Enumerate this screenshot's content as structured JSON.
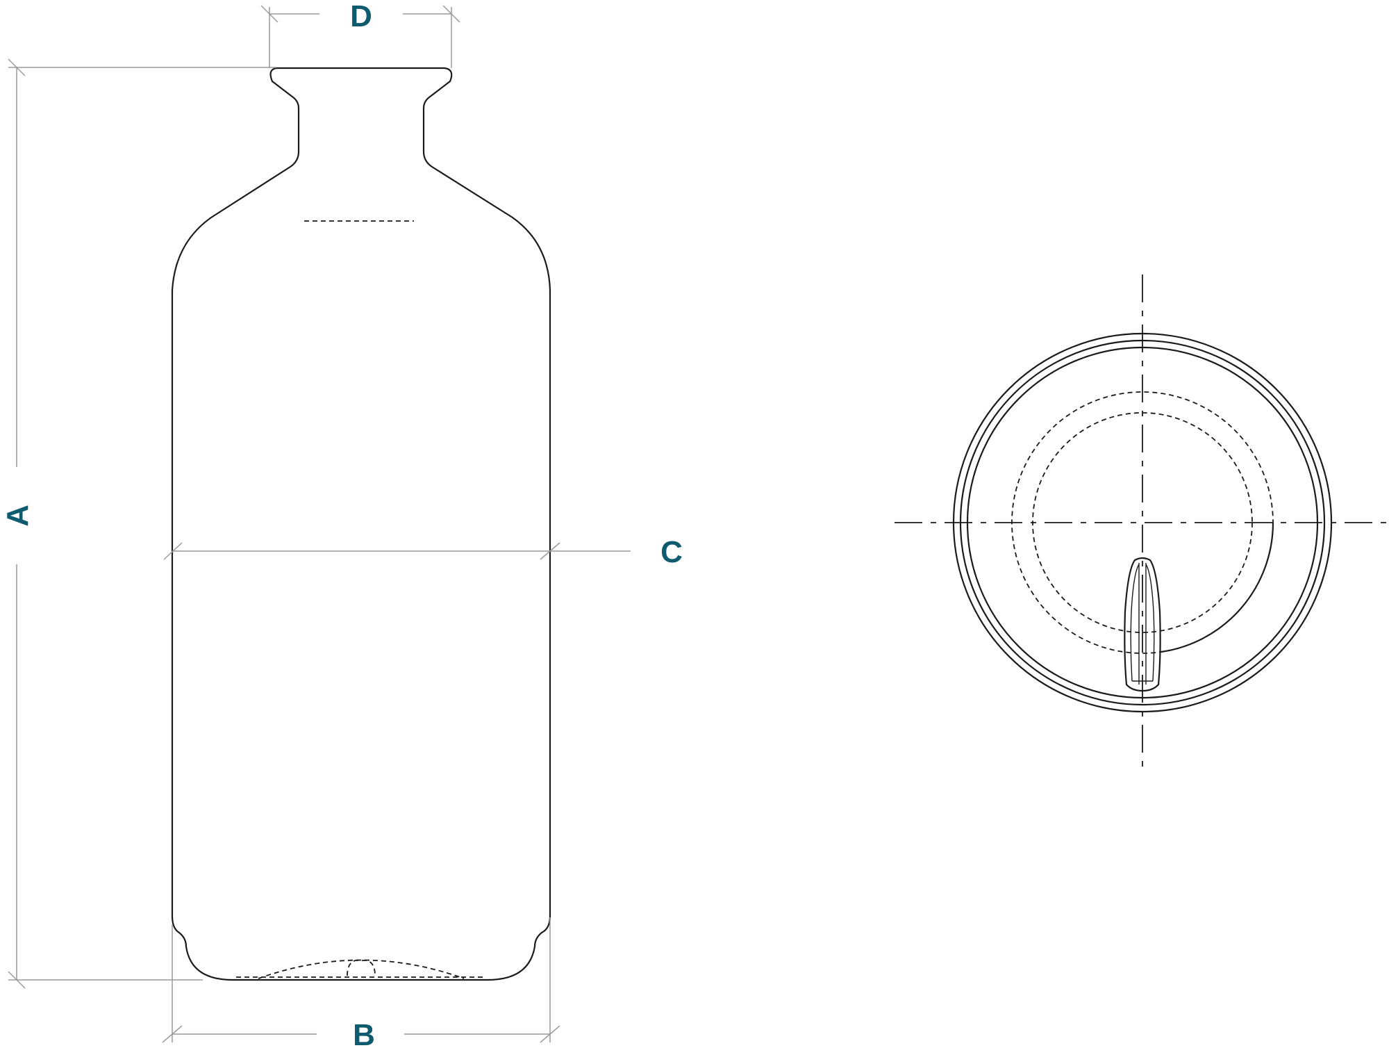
{
  "dimensions": {
    "height_label": "A",
    "base_width_label": "B",
    "body_diameter_label": "C",
    "neck_width_label": "D"
  },
  "colors": {
    "label": "#0e5a6e",
    "outline": "#1a1a1a",
    "dimension_line": "#9a9a9a"
  },
  "views": [
    "side-elevation",
    "top-plan"
  ]
}
